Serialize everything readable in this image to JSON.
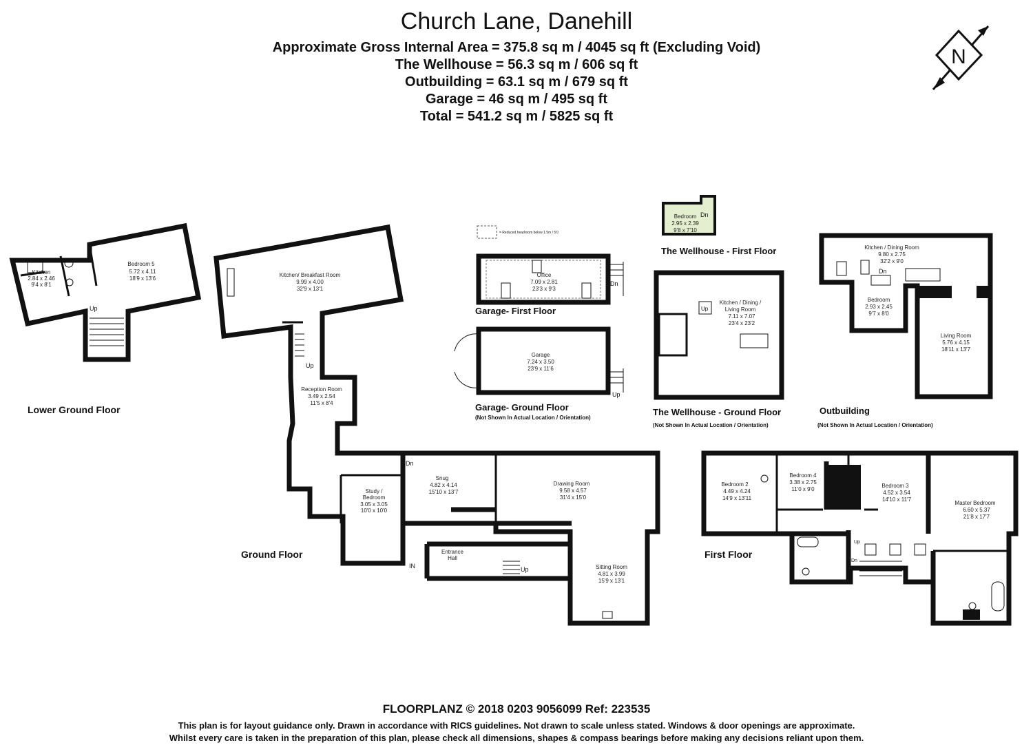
{
  "header": {
    "title": "Church Lane, Danehill",
    "lines": [
      "Approximate Gross Internal Area = 375.8 sq m / 4045 sq ft (Excluding Void)",
      "The Wellhouse = 56.3 sq m / 606 sq ft",
      "Outbuilding = 63.1 sq m / 679 sq ft",
      "Garage = 46 sq m / 495 sq ft",
      "Total = 541.2 sq m / 5825 sq ft"
    ]
  },
  "compass": {
    "letter": "N"
  },
  "legend": {
    "text": "= Reduced headroom below 1.5m / 5'0"
  },
  "floors": {
    "lower_ground": "Lower Ground Floor",
    "ground": "Ground Floor",
    "first": "First Floor",
    "garage_first": "Garage- First Floor",
    "garage_ground": "Garage- Ground Floor",
    "garage_note": "(Not Shown In Actual Location / Orientation)",
    "wellhouse_first": "The Wellhouse - First Floor",
    "wellhouse_ground": "The Wellhouse - Ground Floor",
    "wellhouse_note": "(Not Shown In Actual Location / Orientation)",
    "outbuilding": "Outbuilding",
    "outbuilding_note": "(Not Shown In Actual Location / Orientation)"
  },
  "rooms": {
    "lg_kitchen": [
      "Kitchen",
      "2.84 x 2.46",
      "9'4 x 8'1"
    ],
    "lg_bedroom5": [
      "Bedroom 5",
      "5.72 x 4.11",
      "18'9 x 13'6"
    ],
    "kitchen_breakfast": [
      "Kitchen/ Breakfast Room",
      "9.99 x 4.00",
      "32'9 x 13'1"
    ],
    "reception": [
      "Reception Room",
      "3.49 x 2.54",
      "11'5 x 8'4"
    ],
    "study": [
      "Study /",
      "Bedroom",
      "3.05 x 3.05",
      "10'0 x 10'0"
    ],
    "snug": [
      "Snug",
      "4.82 x 4.14",
      "15'10 x 13'7"
    ],
    "drawing": [
      "Drawing Room",
      "9.58 x 4.57",
      "31'4 x 15'0"
    ],
    "entrance": [
      "Entrance",
      "Hall"
    ],
    "sitting": [
      "Sitting Room",
      "4.81 x 3.99",
      "15'9 x 13'1"
    ],
    "office": [
      "Office",
      "7.09 x 2.81",
      "23'3 x 9'3"
    ],
    "garage": [
      "Garage",
      "7.24 x 3.50",
      "23'9 x 11'6"
    ],
    "wh_bedroom": [
      "Bedroom",
      "2.95 x 2.39",
      "9'8 x 7'10"
    ],
    "wh_kitchen": [
      "Kitchen / Dining /",
      "Living Room",
      "7.11 x 7.07",
      "23'4 x 23'2"
    ],
    "ob_kitchen": [
      "Kitchen / Dining Room",
      "9.80 x 2.75",
      "32'2 x 9'0"
    ],
    "ob_bedroom": [
      "Bedroom",
      "2.93 x 2.45",
      "9'7 x 8'0"
    ],
    "ob_living": [
      "Living Room",
      "5.76 x 4.15",
      "18'11 x 13'7"
    ],
    "bedroom2": [
      "Bedroom 2",
      "4.49 x 4.24",
      "14'9 x 13'11"
    ],
    "bedroom4": [
      "Bedroom 4",
      "3.38 x 2.75",
      "11'0 x 9'0"
    ],
    "bedroom3": [
      "Bedroom 3",
      "4.52 x 3.54",
      "14'10 x 11'7"
    ],
    "master": [
      "Master Bedroom",
      "6.60 x 5.37",
      "21'8 x 17'7"
    ]
  },
  "markers": {
    "up": "Up",
    "dn": "Dn",
    "in": "IN"
  },
  "colors": {
    "garage_fill": "#c7ecf2",
    "wellhouse_fill": "#e4efcf",
    "outbuilding_fill": "#efe8e2",
    "wall": "#111111"
  },
  "footer": {
    "company": "FLOORPLANZ © 2018   0203 9056099   Ref: 223535",
    "disclaimer1": "This plan is for layout guidance only. Drawn in accordance with RICS guidelines. Not drawn to scale unless stated. Windows & door openings are approximate.",
    "disclaimer2": "Whilst every care is taken in the preparation of this plan, please check all dimensions, shapes & compass bearings before making any decisions reliant upon them."
  }
}
